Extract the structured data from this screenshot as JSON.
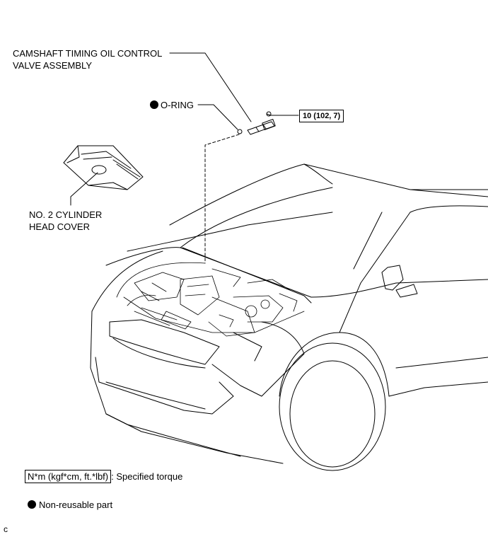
{
  "labels": {
    "ocv_valve": "CAMSHAFT TIMING OIL CONTROL\nVALVE ASSEMBLY",
    "o_ring": "O-RING",
    "head_cover": "NO. 2 CYLINDER\nHEAD COVER",
    "torque": "10 (102, 7)"
  },
  "legend": {
    "torque_box": "N*m (kgf*cm, ft.*lbf)",
    "torque_desc": ": Specified torque",
    "nonreusable": "Non-reusable part"
  },
  "corner_letter": "c"
}
